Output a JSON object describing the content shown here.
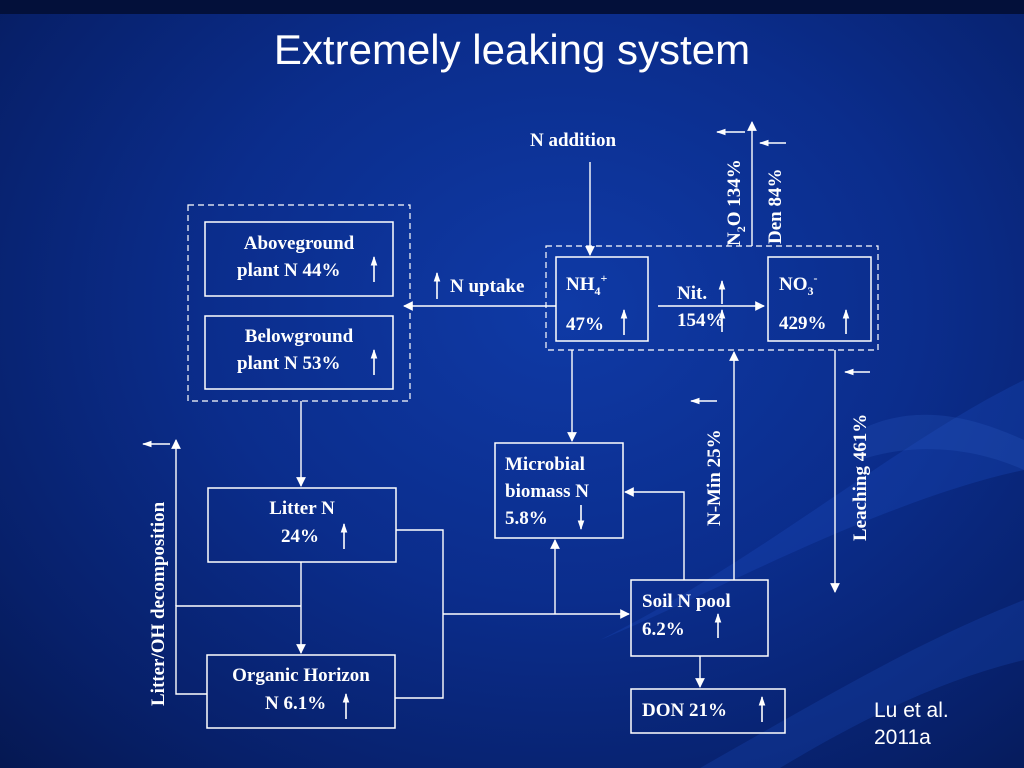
{
  "slide": {
    "title": "Extremely leaking system",
    "citation_line1": "Lu et al.",
    "citation_line2": "2011a"
  },
  "diagram": {
    "n_addition": "N addition",
    "n_uptake": "N uptake",
    "aboveground_line1": "Aboveground",
    "aboveground_line2": "plant N 44%",
    "belowground_line1": "Belowground",
    "belowground_line2": "plant N 53%",
    "nh4_base": "NH",
    "nh4_sub": "4",
    "nh4_sup": "+",
    "nh4_value": "47%",
    "nitrification_label": "Nit.",
    "nitrification_value": "154%",
    "no3_base": "NO",
    "no3_sub": "3",
    "no3_sup": "-",
    "no3_value": "429%",
    "n2o_base": "N",
    "n2o_sub": "2",
    "n2o_rest": "O 134%",
    "den": "Den 84%",
    "microbial_line1": "Microbial",
    "microbial_line2": "biomass N",
    "microbial_line3": "5.8%",
    "n_min": "N-Min 25%",
    "leaching": "Leaching 461%",
    "litter_decomp": "Litter/OH decomposition",
    "litter_line1": "Litter N",
    "litter_line2": "24%",
    "soil_pool_line1": "Soil N pool",
    "soil_pool_line2": "6.2%",
    "organic_line1": "Organic Horizon",
    "organic_line2": "N 6.1%",
    "don": "DON 21%"
  },
  "colors": {
    "background": "#0b2d8c",
    "foreground": "#ffffff"
  },
  "icons": {
    "increase": "arrow-up-icon",
    "decrease": "arrow-down-icon"
  }
}
